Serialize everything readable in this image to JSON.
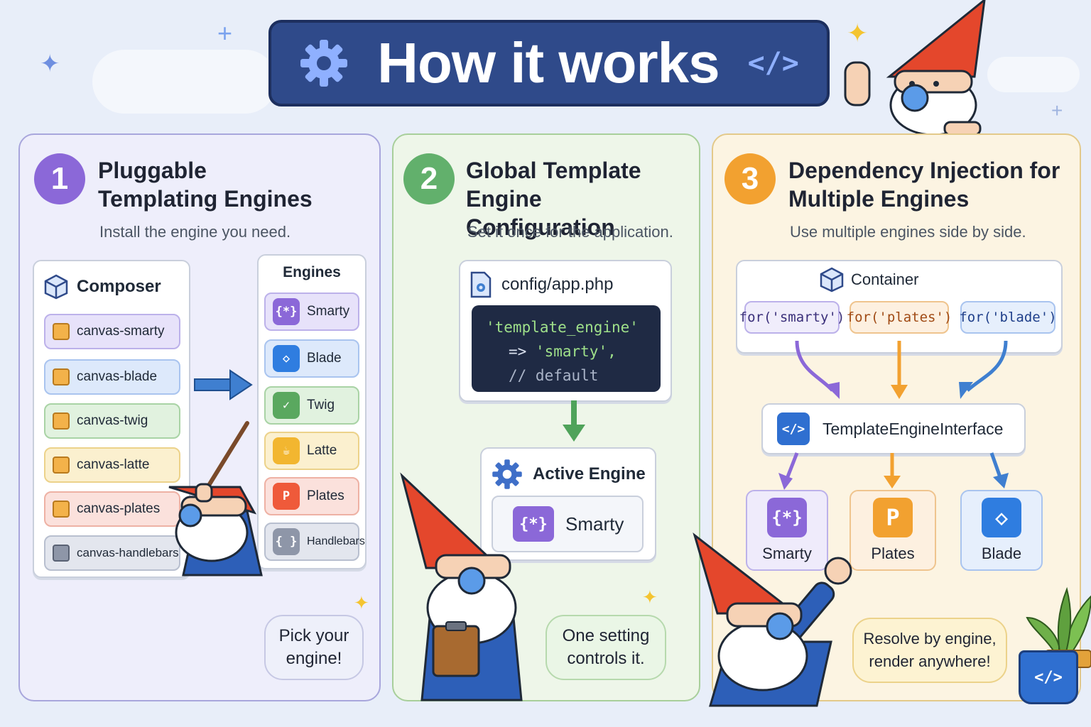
{
  "title": "How it works",
  "title_code_glyph": "</>",
  "colors": {
    "banner": "#2f4a8a",
    "step1": "#8b68d8",
    "step2": "#62b06c",
    "step3": "#f2a130",
    "code_bg": "#1f2a44"
  },
  "panels": [
    {
      "number": "1",
      "title_line1": "Pluggable",
      "title_line2": "Templating Engines",
      "subtitle": "Install the engine you need.",
      "composer_label": "Composer",
      "packages": [
        "canvas-smarty",
        "canvas-blade",
        "canvas-twig",
        "canvas-latte",
        "canvas-plates",
        "canvas-handlebars"
      ],
      "engines_label": "Engines",
      "engines": [
        {
          "label": "Smarty",
          "icon": "{*}"
        },
        {
          "label": "Blade",
          "icon": "◇"
        },
        {
          "label": "Twig",
          "icon": "✓"
        },
        {
          "label": "Latte",
          "icon": "☕"
        },
        {
          "label": "Plates",
          "icon": "P"
        },
        {
          "label": "Handlebars",
          "icon": "{ }"
        }
      ],
      "bubble_line1": "Pick your",
      "bubble_line2": "engine!"
    },
    {
      "number": "2",
      "title_line1": "Global Template Engine",
      "title_line2": "Configuration",
      "subtitle": "Set it once for the application.",
      "file_label": "config/app.php",
      "code_line1": "'template_engine'",
      "code_line2_op": "=>",
      "code_line2_val": "'smarty',",
      "code_line3": "// default",
      "active_label": "Active Engine",
      "active_engine": "Smarty",
      "active_icon": "{*}",
      "bubble_line1": "One setting",
      "bubble_line2": "controls it."
    },
    {
      "number": "3",
      "title_line1": "Dependency Injection for",
      "title_line2": "Multiple Engines",
      "subtitle": "Use multiple engines side by side.",
      "container_label": "Container",
      "calls": [
        "for('smarty')",
        "for('plates')",
        "for('blade')"
      ],
      "interface_label": "TemplateEngineInterface",
      "interface_icon": "</>",
      "targets": [
        {
          "label": "Smarty",
          "icon": "{*}"
        },
        {
          "label": "Plates",
          "icon": "P"
        },
        {
          "label": "Blade",
          "icon": "◇"
        }
      ],
      "bubble_line1": "Resolve by engine,",
      "bubble_line2": "render anywhere!",
      "mug_icon": "</>"
    }
  ]
}
